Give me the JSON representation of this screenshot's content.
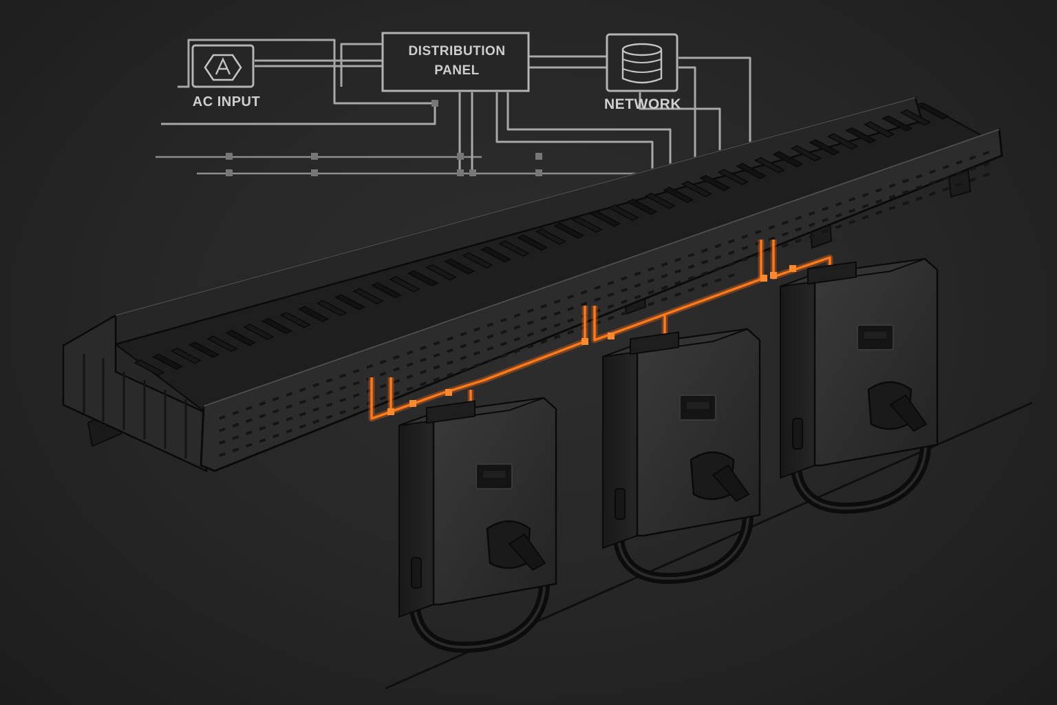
{
  "diagram": {
    "labels": {
      "ac_input": "AC INPUT",
      "distribution_panel_line1": "DISTRIBUTION",
      "distribution_panel_line2": "PANEL",
      "network": "NETWORK"
    },
    "chargers": [
      {
        "id": "charger-1"
      },
      {
        "id": "charger-2"
      },
      {
        "id": "charger-3"
      }
    ],
    "colors": {
      "background": "#262626",
      "schematic_lines": "#b4b4b4",
      "power_feed": "#ff7a1a",
      "equipment": "#1c1c1c"
    }
  }
}
